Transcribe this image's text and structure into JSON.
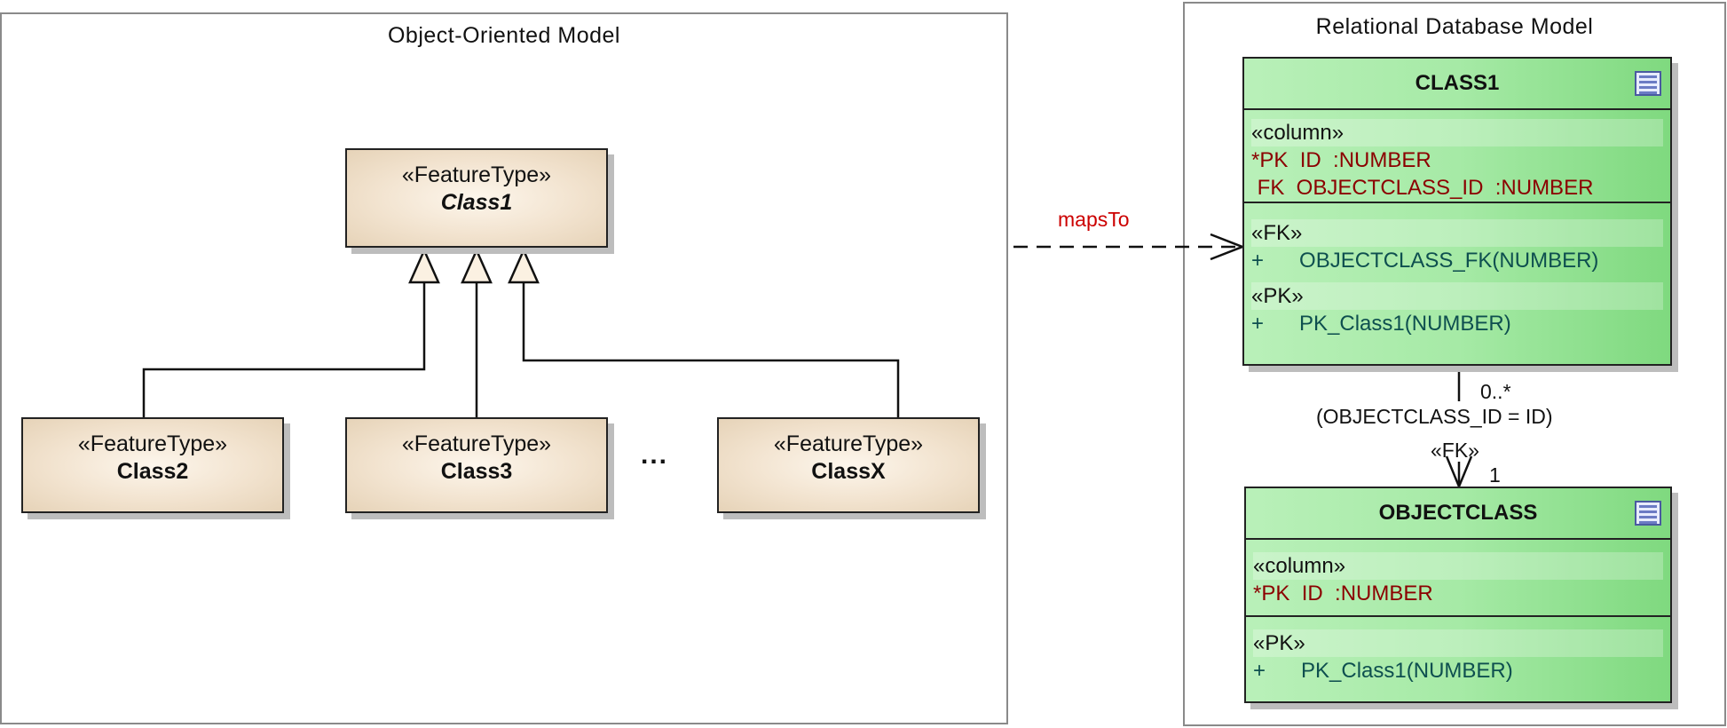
{
  "oo_package": {
    "title": "Object-Oriented Model",
    "classes": {
      "class1": {
        "stereotype": "«FeatureType»",
        "name": "Class1"
      },
      "class2": {
        "stereotype": "«FeatureType»",
        "name": "Class2"
      },
      "class3": {
        "stereotype": "«FeatureType»",
        "name": "Class3"
      },
      "classx": {
        "stereotype": "«FeatureType»",
        "name": "ClassX"
      }
    },
    "ellipsis": "..."
  },
  "relational_package": {
    "title": "Relational Database Model",
    "tables": {
      "class1": {
        "name": "CLASS1",
        "columns_stereotype": "«column»",
        "columns": [
          "*PK  ID  :NUMBER",
          " FK  OBJECTCLASS_ID  :NUMBER"
        ],
        "fk_stereotype": "«FK»",
        "fk_op": "+      OBJECTCLASS_FK(NUMBER)",
        "pk_stereotype": "«PK»",
        "pk_op": "+      PK_Class1(NUMBER)"
      },
      "objectclass": {
        "name": "OBJECTCLASS",
        "columns_stereotype": "«column»",
        "columns": [
          "*PK  ID  :NUMBER"
        ],
        "pk_stereotype": "«PK»",
        "pk_op": "+      PK_Class1(NUMBER)"
      }
    }
  },
  "maps_to": {
    "label": "mapsTo"
  },
  "fk_relation": {
    "multiplicity_source": "0..*",
    "condition": "(OBJECTCLASS_ID = ID)",
    "stereotype": "«FK»",
    "multiplicity_target": "1"
  },
  "colors": {
    "maps_to_label": "#cc0000",
    "column_text": "#8b0000",
    "operation_text": "#0e4f4f",
    "class_fill": "#f2e3cf",
    "table_fill": "#a6eaa6"
  }
}
